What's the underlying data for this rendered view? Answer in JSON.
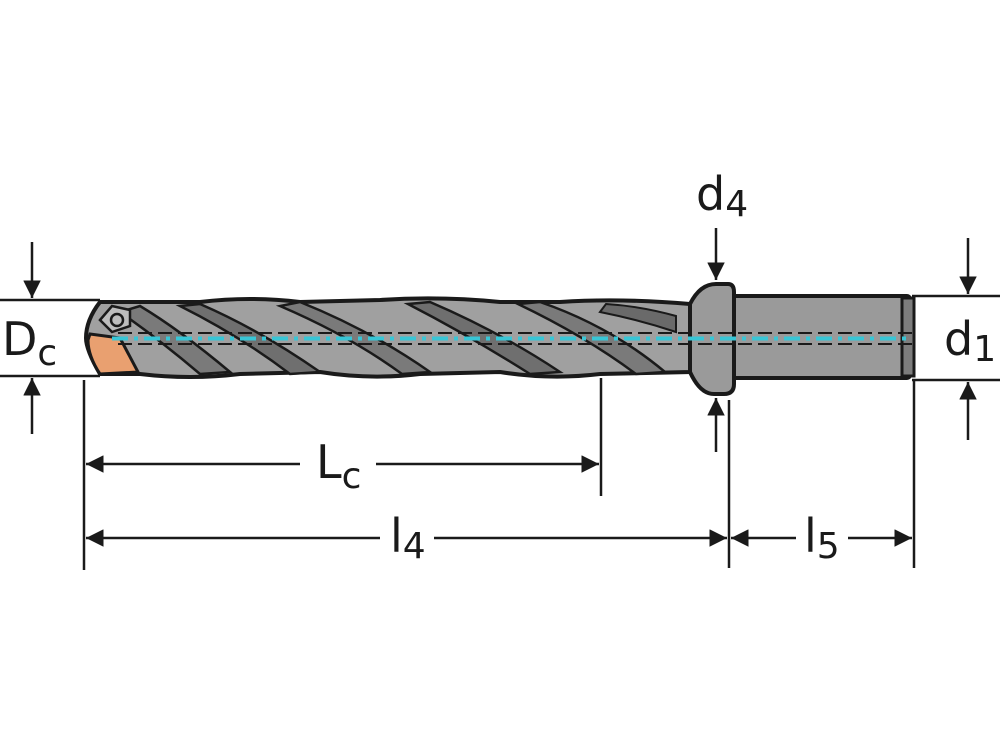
{
  "labels": {
    "dc": {
      "main": "D",
      "sub": "c"
    },
    "d1": {
      "main": "d",
      "sub": "1"
    },
    "d4": {
      "main": "d",
      "sub": "4"
    },
    "lc": {
      "main": "L",
      "sub": "c"
    },
    "l4": {
      "main": "l",
      "sub": "4"
    },
    "l5": {
      "main": "l",
      "sub": "5"
    }
  },
  "colors": {
    "body": "#9c9c9c",
    "body_dark": "#6e6e6e",
    "outline": "#1a1a1a",
    "coolant_line": "#38c6d6",
    "insert": "#e9a070",
    "dimension": "#1a1a1a"
  }
}
